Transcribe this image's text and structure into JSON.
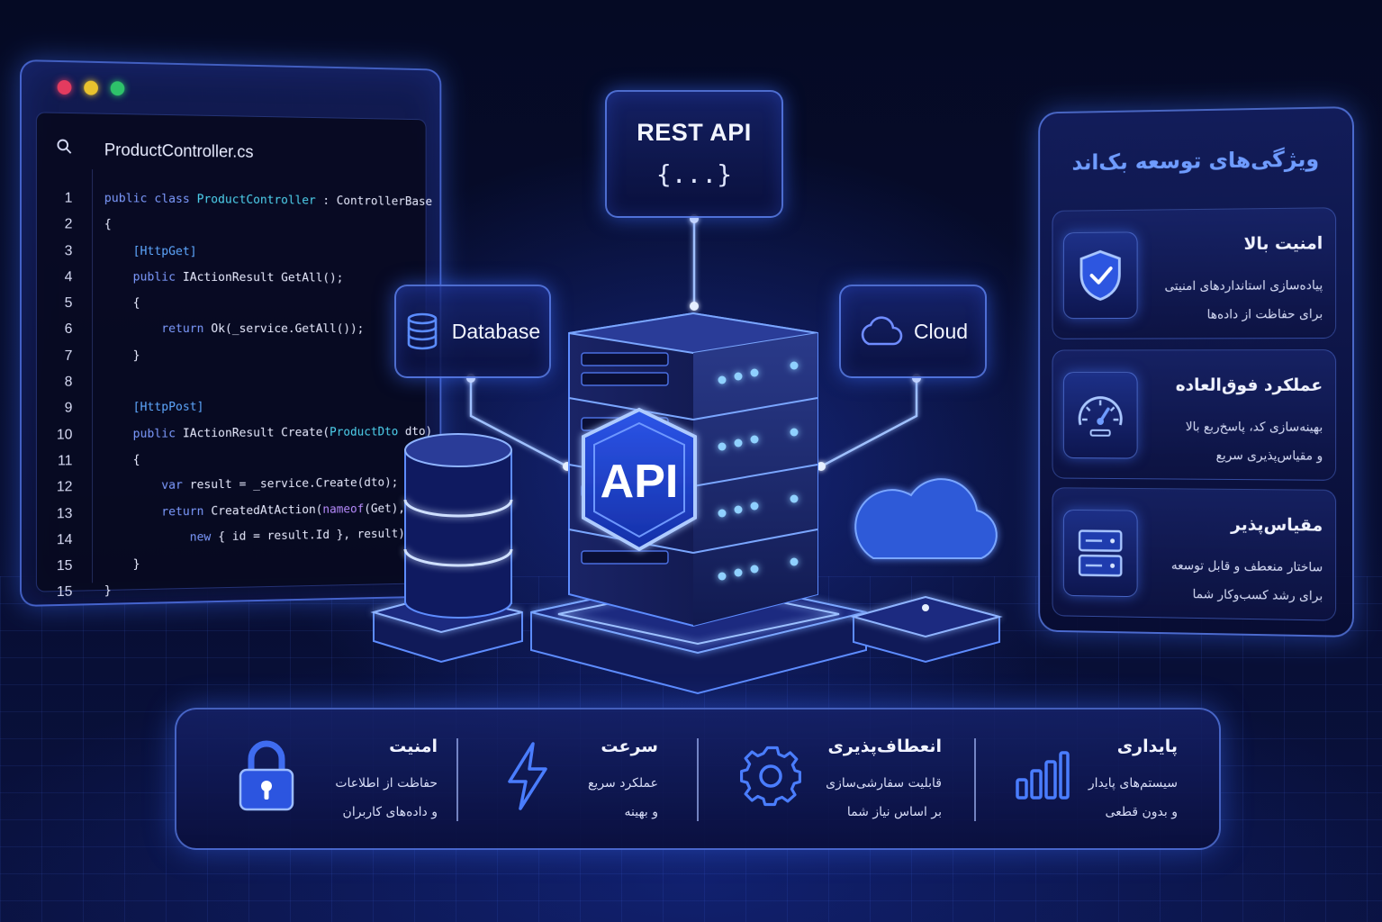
{
  "code_window": {
    "file_name": "ProductController.cs",
    "lines": [
      {
        "n": "1",
        "segments": [
          {
            "t": "public class ",
            "c": "kw"
          },
          {
            "t": "ProductController",
            "c": "ty"
          },
          {
            "t": " : ControllerBase",
            "c": ""
          }
        ]
      },
      {
        "n": "2",
        "segments": [
          {
            "t": "{",
            "c": ""
          }
        ]
      },
      {
        "n": "3",
        "segments": [
          {
            "t": "    ",
            "c": ""
          },
          {
            "t": "[HttpGet]",
            "c": "at"
          }
        ]
      },
      {
        "n": "4",
        "segments": [
          {
            "t": "    ",
            "c": ""
          },
          {
            "t": "public ",
            "c": "kw"
          },
          {
            "t": "IActionResult GetAll();",
            "c": ""
          }
        ]
      },
      {
        "n": "5",
        "segments": [
          {
            "t": "    {",
            "c": ""
          }
        ]
      },
      {
        "n": "6",
        "segments": [
          {
            "t": "        ",
            "c": ""
          },
          {
            "t": "return ",
            "c": "kw"
          },
          {
            "t": "Ok(_service.GetAll());",
            "c": ""
          }
        ]
      },
      {
        "n": "7",
        "segments": [
          {
            "t": "    }",
            "c": ""
          }
        ]
      },
      {
        "n": "8",
        "segments": [
          {
            "t": "",
            "c": ""
          }
        ]
      },
      {
        "n": "9",
        "segments": [
          {
            "t": "    ",
            "c": ""
          },
          {
            "t": "[HttpPost]",
            "c": "at"
          }
        ]
      },
      {
        "n": "10",
        "segments": [
          {
            "t": "    ",
            "c": ""
          },
          {
            "t": "public ",
            "c": "kw"
          },
          {
            "t": "IActionResult Create(",
            "c": ""
          },
          {
            "t": "ProductDto",
            "c": "ty"
          },
          {
            "t": " dto)",
            "c": ""
          }
        ]
      },
      {
        "n": "11",
        "segments": [
          {
            "t": "    {",
            "c": ""
          }
        ]
      },
      {
        "n": "12",
        "segments": [
          {
            "t": "        ",
            "c": ""
          },
          {
            "t": "var ",
            "c": "kw"
          },
          {
            "t": "result = _service.Create(dto);",
            "c": ""
          }
        ]
      },
      {
        "n": "13",
        "segments": [
          {
            "t": "        ",
            "c": ""
          },
          {
            "t": "return ",
            "c": "kw"
          },
          {
            "t": "CreatedAtAction(",
            "c": ""
          },
          {
            "t": "nameof",
            "c": "fn"
          },
          {
            "t": "(Get),",
            "c": ""
          }
        ]
      },
      {
        "n": "14",
        "segments": [
          {
            "t": "            ",
            "c": ""
          },
          {
            "t": "new ",
            "c": "kw"
          },
          {
            "t": "{ id = result.Id }, result);",
            "c": ""
          }
        ]
      },
      {
        "n": "15",
        "segments": [
          {
            "t": "    }",
            "c": ""
          }
        ]
      },
      {
        "n": "15",
        "segments": [
          {
            "t": "}",
            "c": ""
          }
        ]
      }
    ]
  },
  "rest_box": {
    "title": "REST API",
    "braces": "{...}"
  },
  "database_box": {
    "label": "Database"
  },
  "cloud_box": {
    "label": "Cloud"
  },
  "server": {
    "badge": "API"
  },
  "features_panel": {
    "title": "ویژگی‌های توسعه بک‌اند",
    "cards": [
      {
        "title": "امنیت بالا",
        "desc": [
          "پیاده‌سازی استانداردهای امنیتی",
          "برای حفاظت از داده‌ها"
        ],
        "icon": "shield-check-icon"
      },
      {
        "title": "عملکرد فوق‌العاده",
        "desc": [
          "بهینه‌سازی کد، پاسخ‌ربع بالا",
          "و مقیاس‌پذیری سریع"
        ],
        "icon": "speedometer-icon"
      },
      {
        "title": "مقیاس‌پذیر",
        "desc": [
          "ساختار منعطف و قابل توسعه",
          "برای رشد کسب‌وکار شما"
        ],
        "icon": "server-icon"
      }
    ]
  },
  "bottom_bar": {
    "items": [
      {
        "title": "امنیت",
        "desc": [
          "حفاظت از اطلاعات",
          "و داده‌های کاربران"
        ],
        "icon": "padlock-icon"
      },
      {
        "title": "سرعت",
        "desc": [
          "عملکرد سریع",
          "و بهینه"
        ],
        "icon": "lightning-icon"
      },
      {
        "title": "انعطاف‌پذیری",
        "desc": [
          "قابلیت سفارشی‌سازی",
          "بر اساس نیاز شما"
        ],
        "icon": "gear-icon"
      },
      {
        "title": "پایداری",
        "desc": [
          "سیستم‌های پایدار",
          "و بدون قطعی"
        ],
        "icon": "bar-chart-icon"
      }
    ]
  },
  "colors": {
    "accent": "#4a7dff",
    "glow": "#3d6bff",
    "background": "#060b2a"
  }
}
